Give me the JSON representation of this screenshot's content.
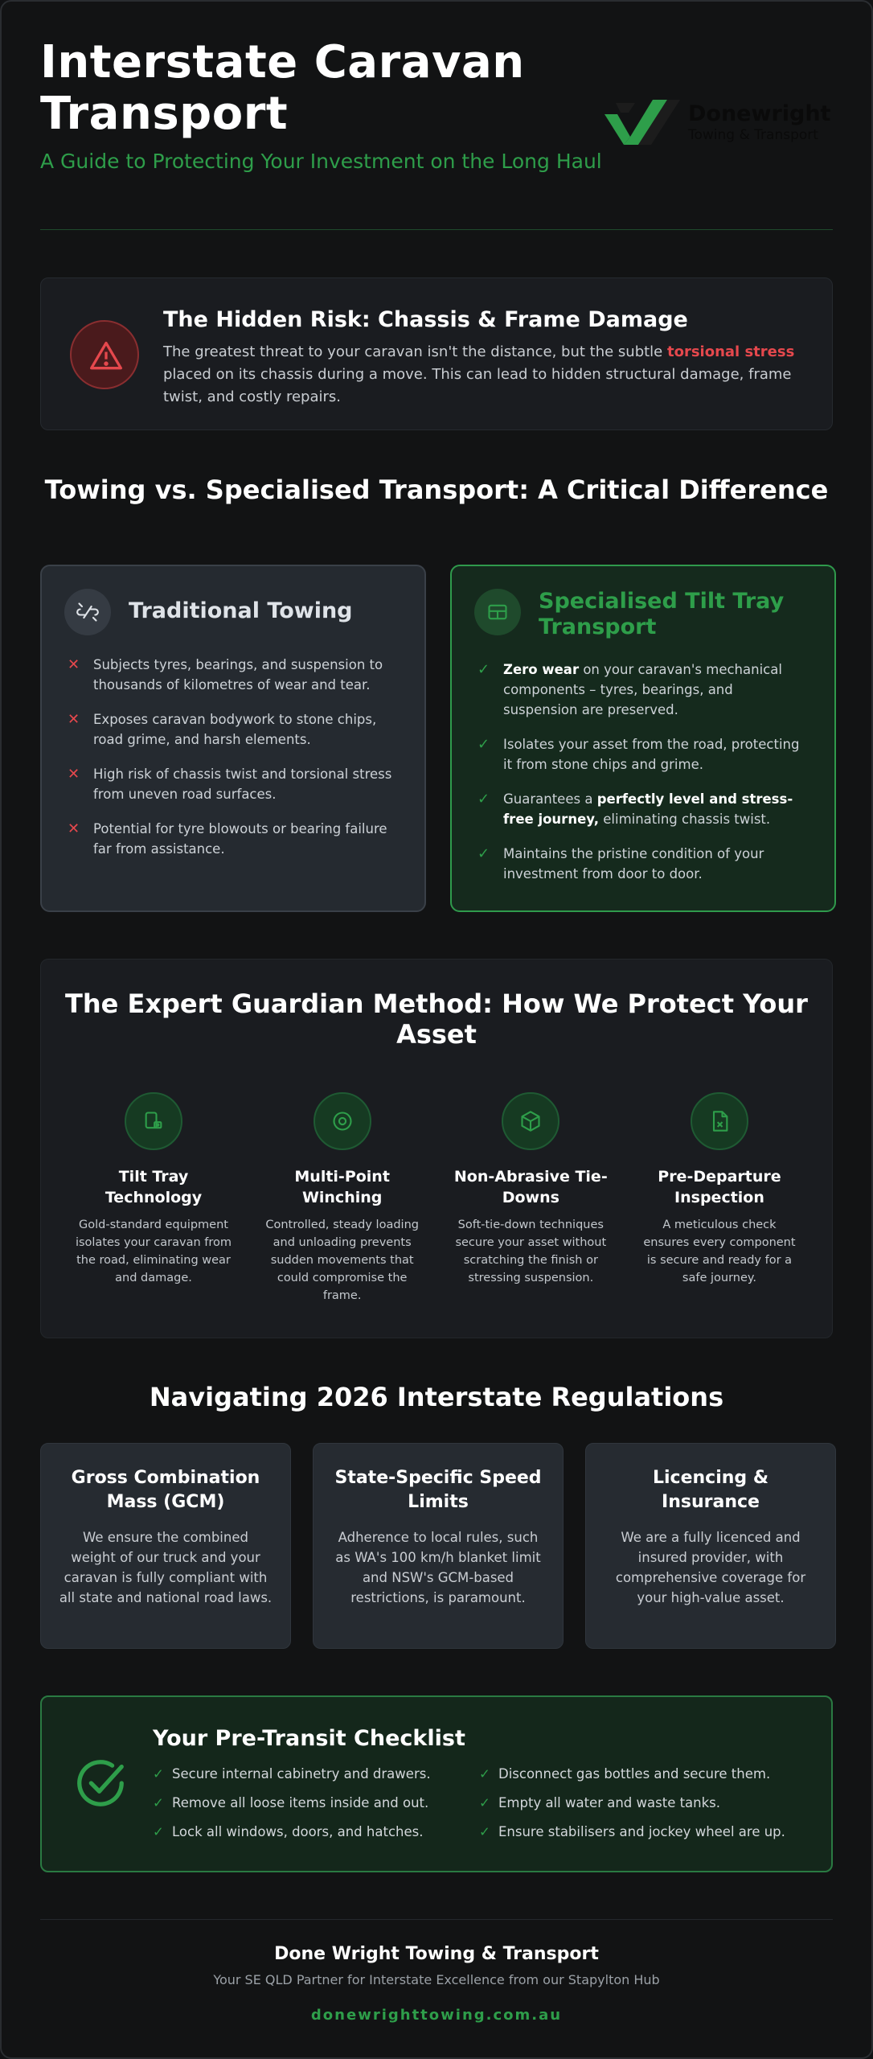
{
  "header": {
    "title": "Interstate Caravan Transport",
    "subtitle": "A Guide to Protecting Your Investment on the Long Haul",
    "logo": {
      "name": "Donewright",
      "tagline": "Towing & Transport",
      "icon": "checkmark-logo-icon"
    }
  },
  "risk": {
    "icon": "warning-triangle-icon",
    "title": "The Hidden Risk: Chassis & Frame Damage",
    "text_before": "The greatest threat to your caravan isn't the distance, but the subtle ",
    "highlight": "torsional stress",
    "text_after": " placed on its chassis during a move. This can lead to hidden structural damage, frame twist, and costly repairs."
  },
  "comparison": {
    "title": "Towing vs. Specialised Transport: A Critical Difference",
    "towing": {
      "icon": "broken-link-icon",
      "title": "Traditional Towing",
      "mark": "✕",
      "items": [
        "Subjects tyres, bearings, and suspension to thousands of kilometres of wear and tear.",
        "Exposes caravan bodywork to stone chips, road grime, and harsh elements.",
        "High risk of chassis twist and torsional stress from uneven road surfaces.",
        "Potential for tyre blowouts or bearing failure far from assistance."
      ]
    },
    "tilt": {
      "icon": "tilt-tray-icon",
      "title": "Specialised Tilt Tray Transport",
      "mark": "✓",
      "items": [
        {
          "bold": "Zero wear",
          "rest": " on your caravan's mechanical components – tyres, bearings, and suspension are preserved."
        },
        {
          "bold": "",
          "rest": "Isolates your asset from the road, protecting it from stone chips and grime."
        },
        {
          "pre": "Guarantees a ",
          "bold": "perfectly level and stress-free journey,",
          "rest": " eliminating chassis twist."
        },
        {
          "bold": "",
          "rest": "Maintains the pristine condition of your investment from door to door."
        }
      ]
    }
  },
  "method": {
    "title": "The Expert Guardian Method: How We Protect Your Asset",
    "steps": [
      {
        "icon": "truck-tray-icon",
        "title": "Tilt Tray Technology",
        "text": "Gold-standard equipment isolates your caravan from the road, eliminating wear and damage."
      },
      {
        "icon": "winch-icon",
        "title": "Multi-Point Winching",
        "text": "Controlled, steady loading and unloading prevents sudden movements that could compromise the frame."
      },
      {
        "icon": "box-icon",
        "title": "Non-Abrasive Tie-Downs",
        "text": "Soft-tie-down techniques secure your asset without scratching the finish or stressing suspension."
      },
      {
        "icon": "document-check-icon",
        "title": "Pre-Departure Inspection",
        "text": "A meticulous check ensures every component is secure and ready for a safe journey."
      }
    ]
  },
  "regulations": {
    "title": "Navigating 2026 Interstate Regulations",
    "cards": [
      {
        "title": "Gross Combination Mass (GCM)",
        "text": "We ensure the combined weight of our truck and your caravan is fully compliant with all state and national road laws."
      },
      {
        "title": "State-Specific Speed Limits",
        "text": "Adherence to local rules, such as WA's 100 km/h blanket limit and NSW's GCM-based restrictions, is paramount."
      },
      {
        "title": "Licencing & Insurance",
        "text": "We are a fully licenced and insured provider, with comprehensive coverage for your high-value asset."
      }
    ]
  },
  "checklist": {
    "icon": "circle-check-icon",
    "title": "Your Pre-Transit Checklist",
    "mark": "✓",
    "col1": [
      "Secure internal cabinetry and drawers.",
      "Remove all loose items inside and out.",
      "Lock all windows, doors, and hatches."
    ],
    "col2": [
      "Disconnect gas bottles and secure them.",
      "Empty all water and waste tanks.",
      "Ensure stabilisers and jockey wheel are up."
    ]
  },
  "footer": {
    "company": "Done Wright Towing & Transport",
    "tagline": "Your SE QLD Partner for Interstate Excellence from our Stapylton Hub",
    "url": "donewrighttowing.com.au"
  },
  "colors": {
    "accent": "#2e9e4a",
    "danger": "#e5484d",
    "background": "#121314"
  }
}
